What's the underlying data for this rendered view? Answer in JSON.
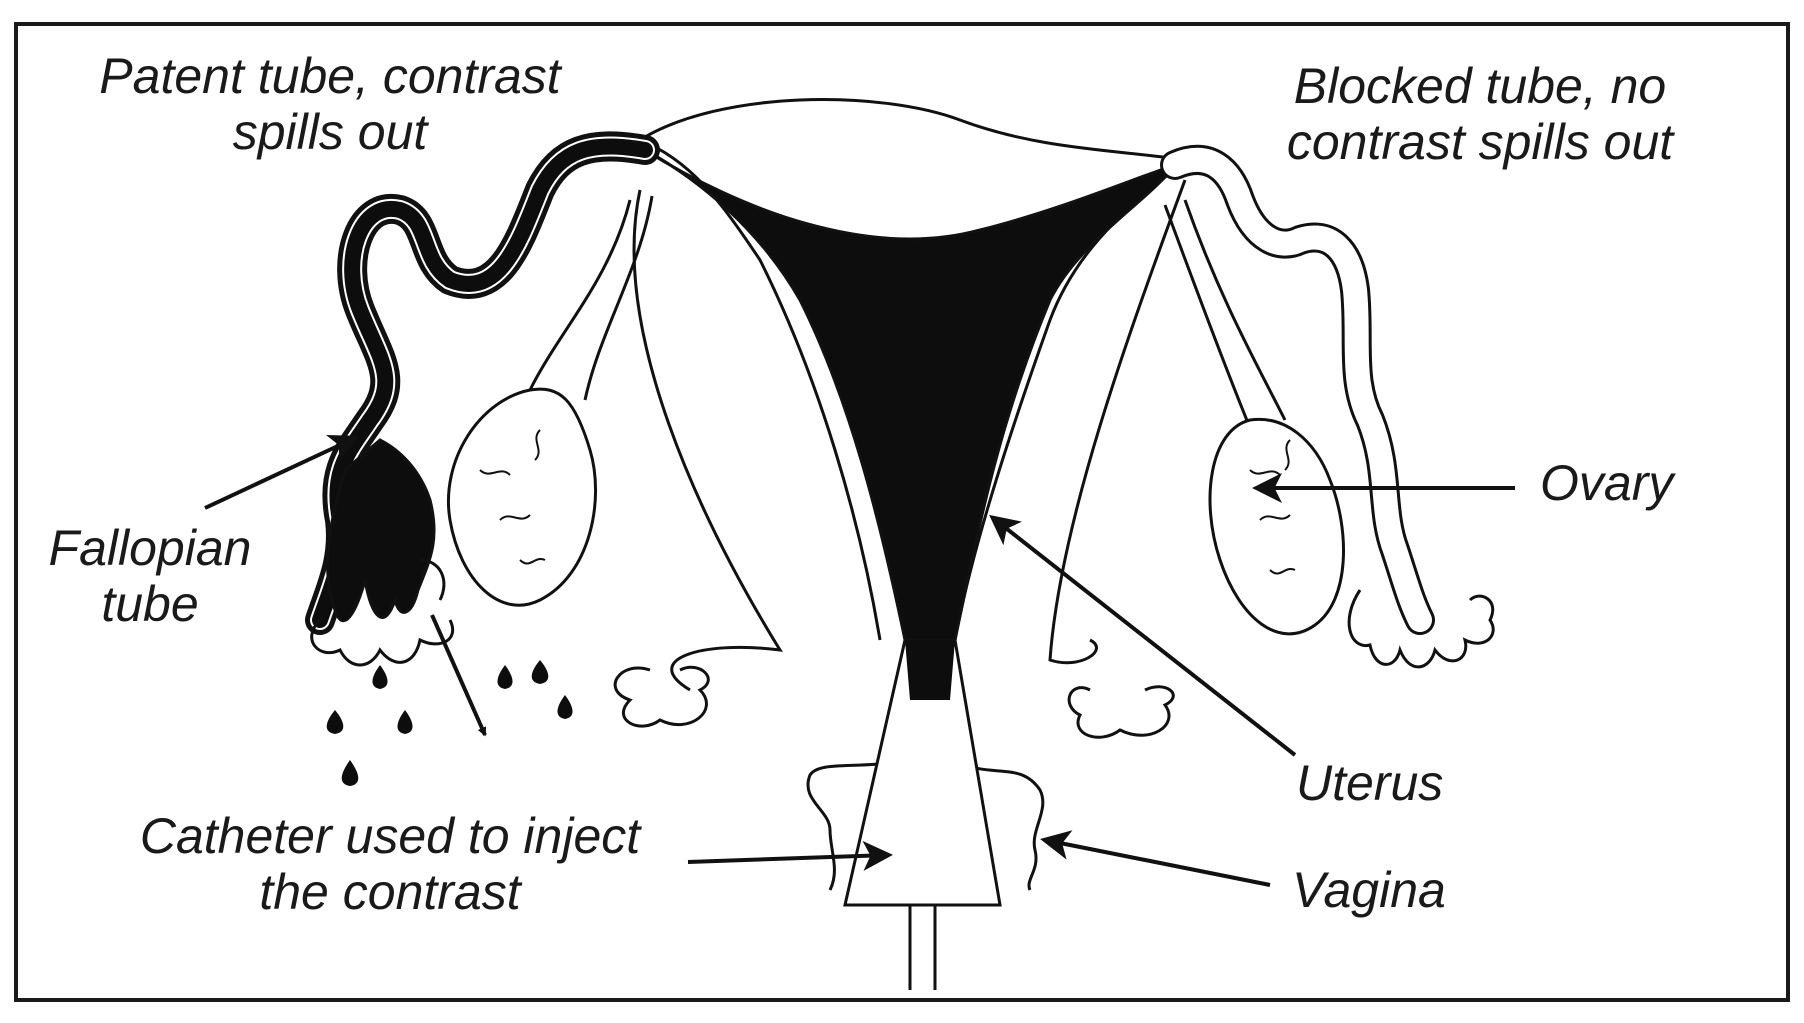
{
  "labels": {
    "patent_line1": "Patent tube, contrast",
    "patent_line2": "spills out",
    "blocked_line1": "Blocked tube, no",
    "blocked_line2": "contrast spills out",
    "fallopian_line1": "Fallopian",
    "fallopian_line2": "tube",
    "ovary": "Ovary",
    "uterus": "Uterus",
    "vagina": "Vagina",
    "catheter_line1": "Catheter used to inject",
    "catheter_line2": "the contrast"
  },
  "colors": {
    "ink": "#111111",
    "paper": "#ffffff",
    "frame": "#1a1a1a"
  }
}
